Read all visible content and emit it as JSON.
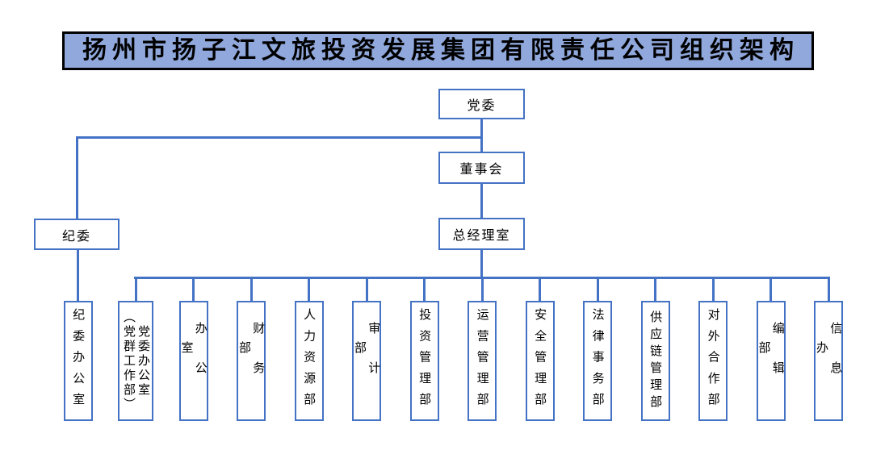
{
  "title": "扬州市扬子江文旅投资发展集团有限责任公司组织架构",
  "colors": {
    "line": "#4472C4",
    "box_border": "#4472C4",
    "banner_fill": "#90A8DC",
    "banner_border": "#000000",
    "text": "#000000",
    "background": "#FFFFFF"
  },
  "nodes": {
    "party_committee": {
      "label": "党委"
    },
    "board": {
      "label": "董事会"
    },
    "gm_office": {
      "label": "总经理室"
    },
    "discipline_committee": {
      "label": "纪委"
    }
  },
  "departments": [
    {
      "label": "纪委办公室",
      "parent": "discipline_committee"
    },
    {
      "label": "党委办公室（党群工作部）",
      "label_lines": [
        "党委办公室",
        "（党群工作部）"
      ],
      "parent": "gm_office"
    },
    {
      "label": "办公室",
      "parent": "gm_office"
    },
    {
      "label": "财务部",
      "parent": "gm_office"
    },
    {
      "label": "人力资源部",
      "parent": "gm_office"
    },
    {
      "label": "审计部",
      "parent": "gm_office"
    },
    {
      "label": "投资管理部",
      "parent": "gm_office"
    },
    {
      "label": "运营管理部",
      "parent": "gm_office"
    },
    {
      "label": "安全管理部",
      "parent": "gm_office"
    },
    {
      "label": "法律事务部",
      "parent": "gm_office"
    },
    {
      "label": "供应链管理部",
      "parent": "gm_office"
    },
    {
      "label": "对外合作部",
      "parent": "gm_office"
    },
    {
      "label": "编辑部",
      "parent": "gm_office"
    },
    {
      "label": "信息办",
      "parent": "gm_office"
    }
  ]
}
